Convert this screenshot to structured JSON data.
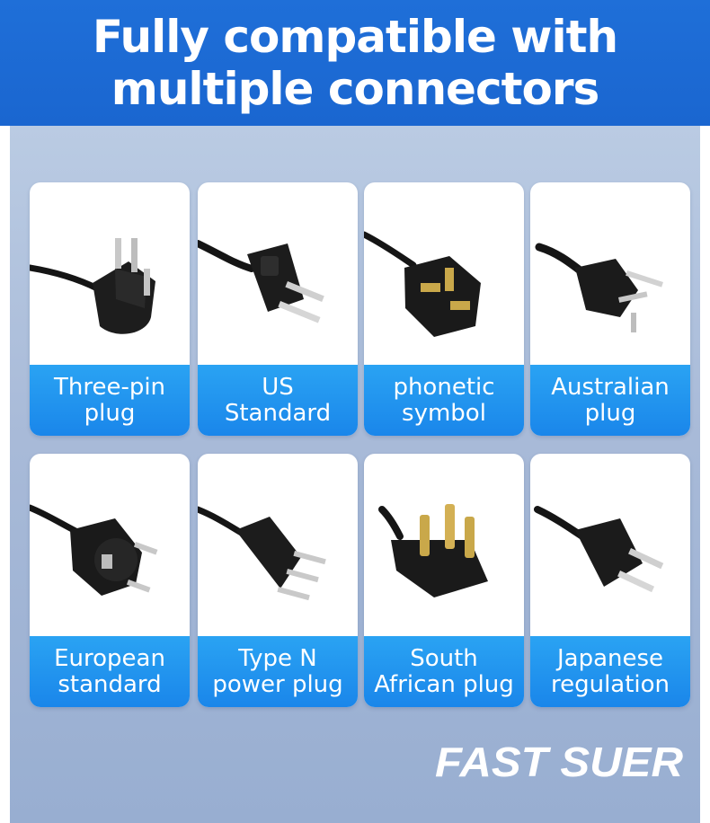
{
  "header": {
    "title_line1": "Fully compatible with",
    "title_line2": "multiple connectors"
  },
  "plugs": [
    {
      "line1": "Three-pin",
      "line2": "plug",
      "icon": "three-pin-plug-icon"
    },
    {
      "line1": "US",
      "line2": "Standard",
      "icon": "us-plug-icon"
    },
    {
      "line1": "phonetic",
      "line2": "symbol",
      "icon": "uk-plug-icon"
    },
    {
      "line1": "Australian",
      "line2": "plug",
      "icon": "australian-plug-icon"
    },
    {
      "line1": "European",
      "line2": "standard",
      "icon": "european-plug-icon"
    },
    {
      "line1": "Type N",
      "line2": "power plug",
      "icon": "type-n-plug-icon"
    },
    {
      "line1": "South",
      "line2": "African plug",
      "icon": "south-african-plug-icon"
    },
    {
      "line1": "Japanese",
      "line2": "regulation",
      "icon": "japanese-plug-icon"
    }
  ],
  "brand": {
    "logo_text": "FAST SUER"
  },
  "colors": {
    "header_blue": "#1f6fd8",
    "label_blue": "#1f90ee",
    "panel": "#a8bad8"
  }
}
